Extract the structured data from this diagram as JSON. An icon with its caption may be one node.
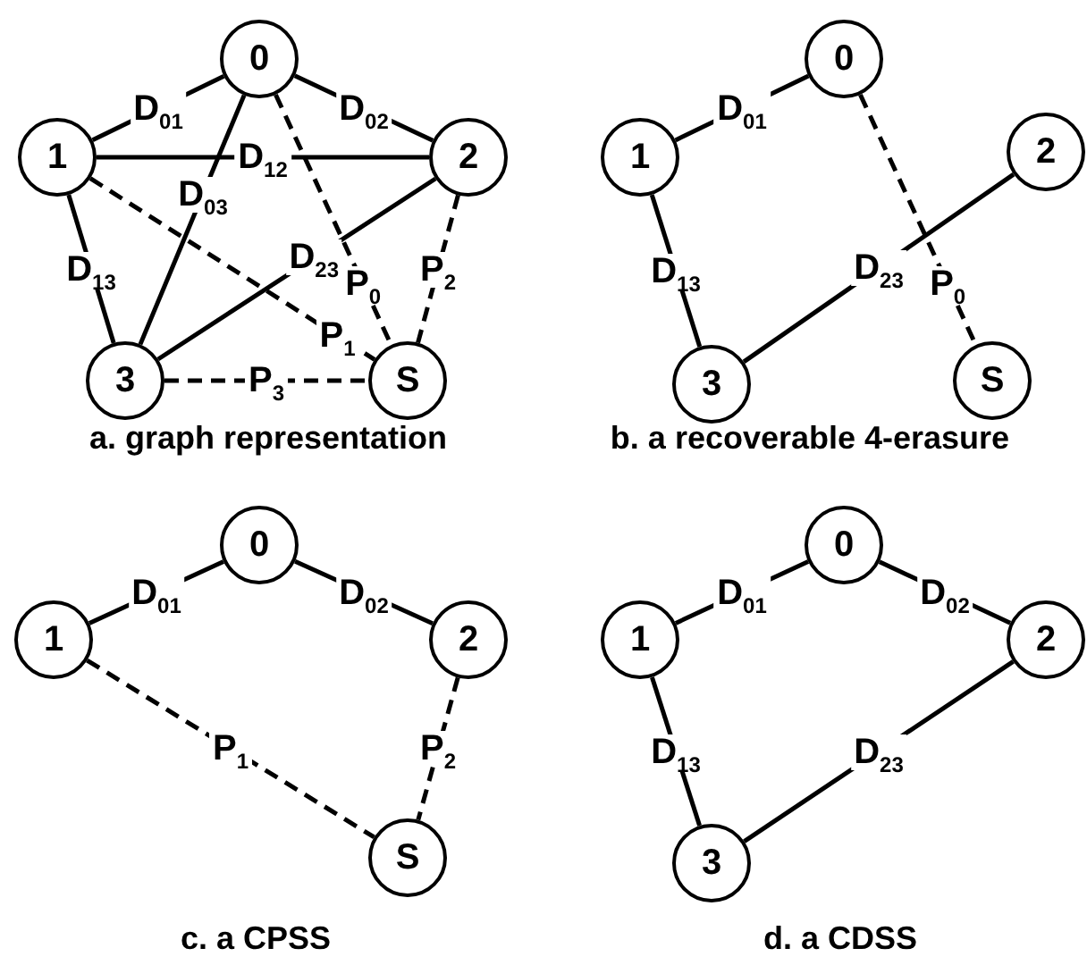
{
  "diagram": {
    "nodes": [
      {
        "text": [
          "0"
        ]
      },
      {
        "text": [
          "1"
        ]
      },
      {
        "text": [
          "2"
        ]
      },
      {
        "text": [
          "3"
        ]
      },
      {
        "text": [
          "S"
        ]
      },
      {
        "text": [
          "0"
        ]
      },
      {
        "text": [
          "1"
        ]
      },
      {
        "text": [
          "2"
        ]
      },
      {
        "text": [
          "3"
        ]
      },
      {
        "text": [
          "S"
        ]
      },
      {
        "text": [
          "0"
        ]
      },
      {
        "text": [
          "1"
        ]
      },
      {
        "text": [
          "2"
        ]
      },
      {
        "text": [
          "S"
        ]
      },
      {
        "text": [
          "0"
        ]
      },
      {
        "text": [
          "1"
        ]
      },
      {
        "text": [
          "2"
        ]
      },
      {
        "text": [
          "3"
        ]
      }
    ],
    "edges": [
      {
        "from": 1,
        "to": 0,
        "arrow": "none",
        "label": "D$_{01}$"
      },
      {
        "from": 0,
        "to": 2,
        "arrow": "none",
        "label": "D$_{02}$"
      },
      {
        "from": 1,
        "to": 2,
        "arrow": "none",
        "label": "D$_{12}$"
      },
      {
        "from": 0,
        "to": 3,
        "arrow": "none",
        "label": "D$_{03}$"
      },
      {
        "from": 1,
        "to": 3,
        "arrow": "none",
        "label": "D$_{13}$"
      },
      {
        "from": 3,
        "to": 2,
        "arrow": "none",
        "label": "D$_{23}$"
      },
      {
        "from": 1,
        "to": 4,
        "arrow": "none",
        "label": "P$_{1}$",
        "style": "dashed"
      },
      {
        "from": 0,
        "to": 4,
        "arrow": "none",
        "label": "P$_{0}$",
        "style": "dashed"
      },
      {
        "from": 2,
        "to": 4,
        "arrow": "none",
        "label": "P$_{2}$",
        "style": "dashed"
      },
      {
        "from": 3,
        "to": 4,
        "arrow": "none",
        "label": "P$_{3}$",
        "style": "dashed"
      },
      {
        "from": 6,
        "to": 5,
        "arrow": "none",
        "label": "D$_{01}$"
      },
      {
        "from": 6,
        "to": 8,
        "arrow": "none",
        "label": "D$_{13}$"
      },
      {
        "from": 8,
        "to": 7,
        "arrow": "none",
        "label": "D$_{23}$"
      },
      {
        "from": 5,
        "to": 9,
        "arrow": "none",
        "label": "P$_{0}$",
        "style": "dashed"
      },
      {
        "from": 11,
        "to": 10,
        "arrow": "none",
        "label": "D$_{01}$"
      },
      {
        "from": 10,
        "to": 12,
        "arrow": "none",
        "label": "D$_{02}$"
      },
      {
        "from": 11,
        "to": 13,
        "arrow": "none",
        "label": "P$_{1}$",
        "style": "dashed"
      },
      {
        "from": 12,
        "to": 13,
        "arrow": "none",
        "label": "P$_{2}$",
        "style": "dashed"
      },
      {
        "from": 15,
        "to": 14,
        "arrow": "none",
        "label": "D$_{01}$"
      },
      {
        "from": 14,
        "to": 16,
        "arrow": "none",
        "label": "D$_{02}$"
      },
      {
        "from": 15,
        "to": 17,
        "arrow": "none",
        "label": "D$_{13}$"
      },
      {
        "from": 17,
        "to": 16,
        "arrow": "none",
        "label": "D$_{23}$"
      }
    ],
    "labels": [
      "a. graph representation",
      "b. a recoverable 4-erasure",
      "c. a CPSS",
      "d. a CDSS"
    ]
  }
}
